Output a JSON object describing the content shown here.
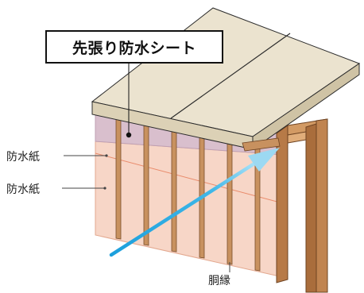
{
  "labels": {
    "main_title": "先張り防水シート",
    "upper_paper": "防水紙",
    "lower_paper": "防水紙",
    "furring": "胴縁"
  },
  "colors": {
    "roof_board": "#ebe3cf",
    "upper_paper": "#d9bfcd",
    "lower_paper": "#f7d6c7",
    "wood": "#c8915f",
    "arrow": "#22a6e0"
  }
}
